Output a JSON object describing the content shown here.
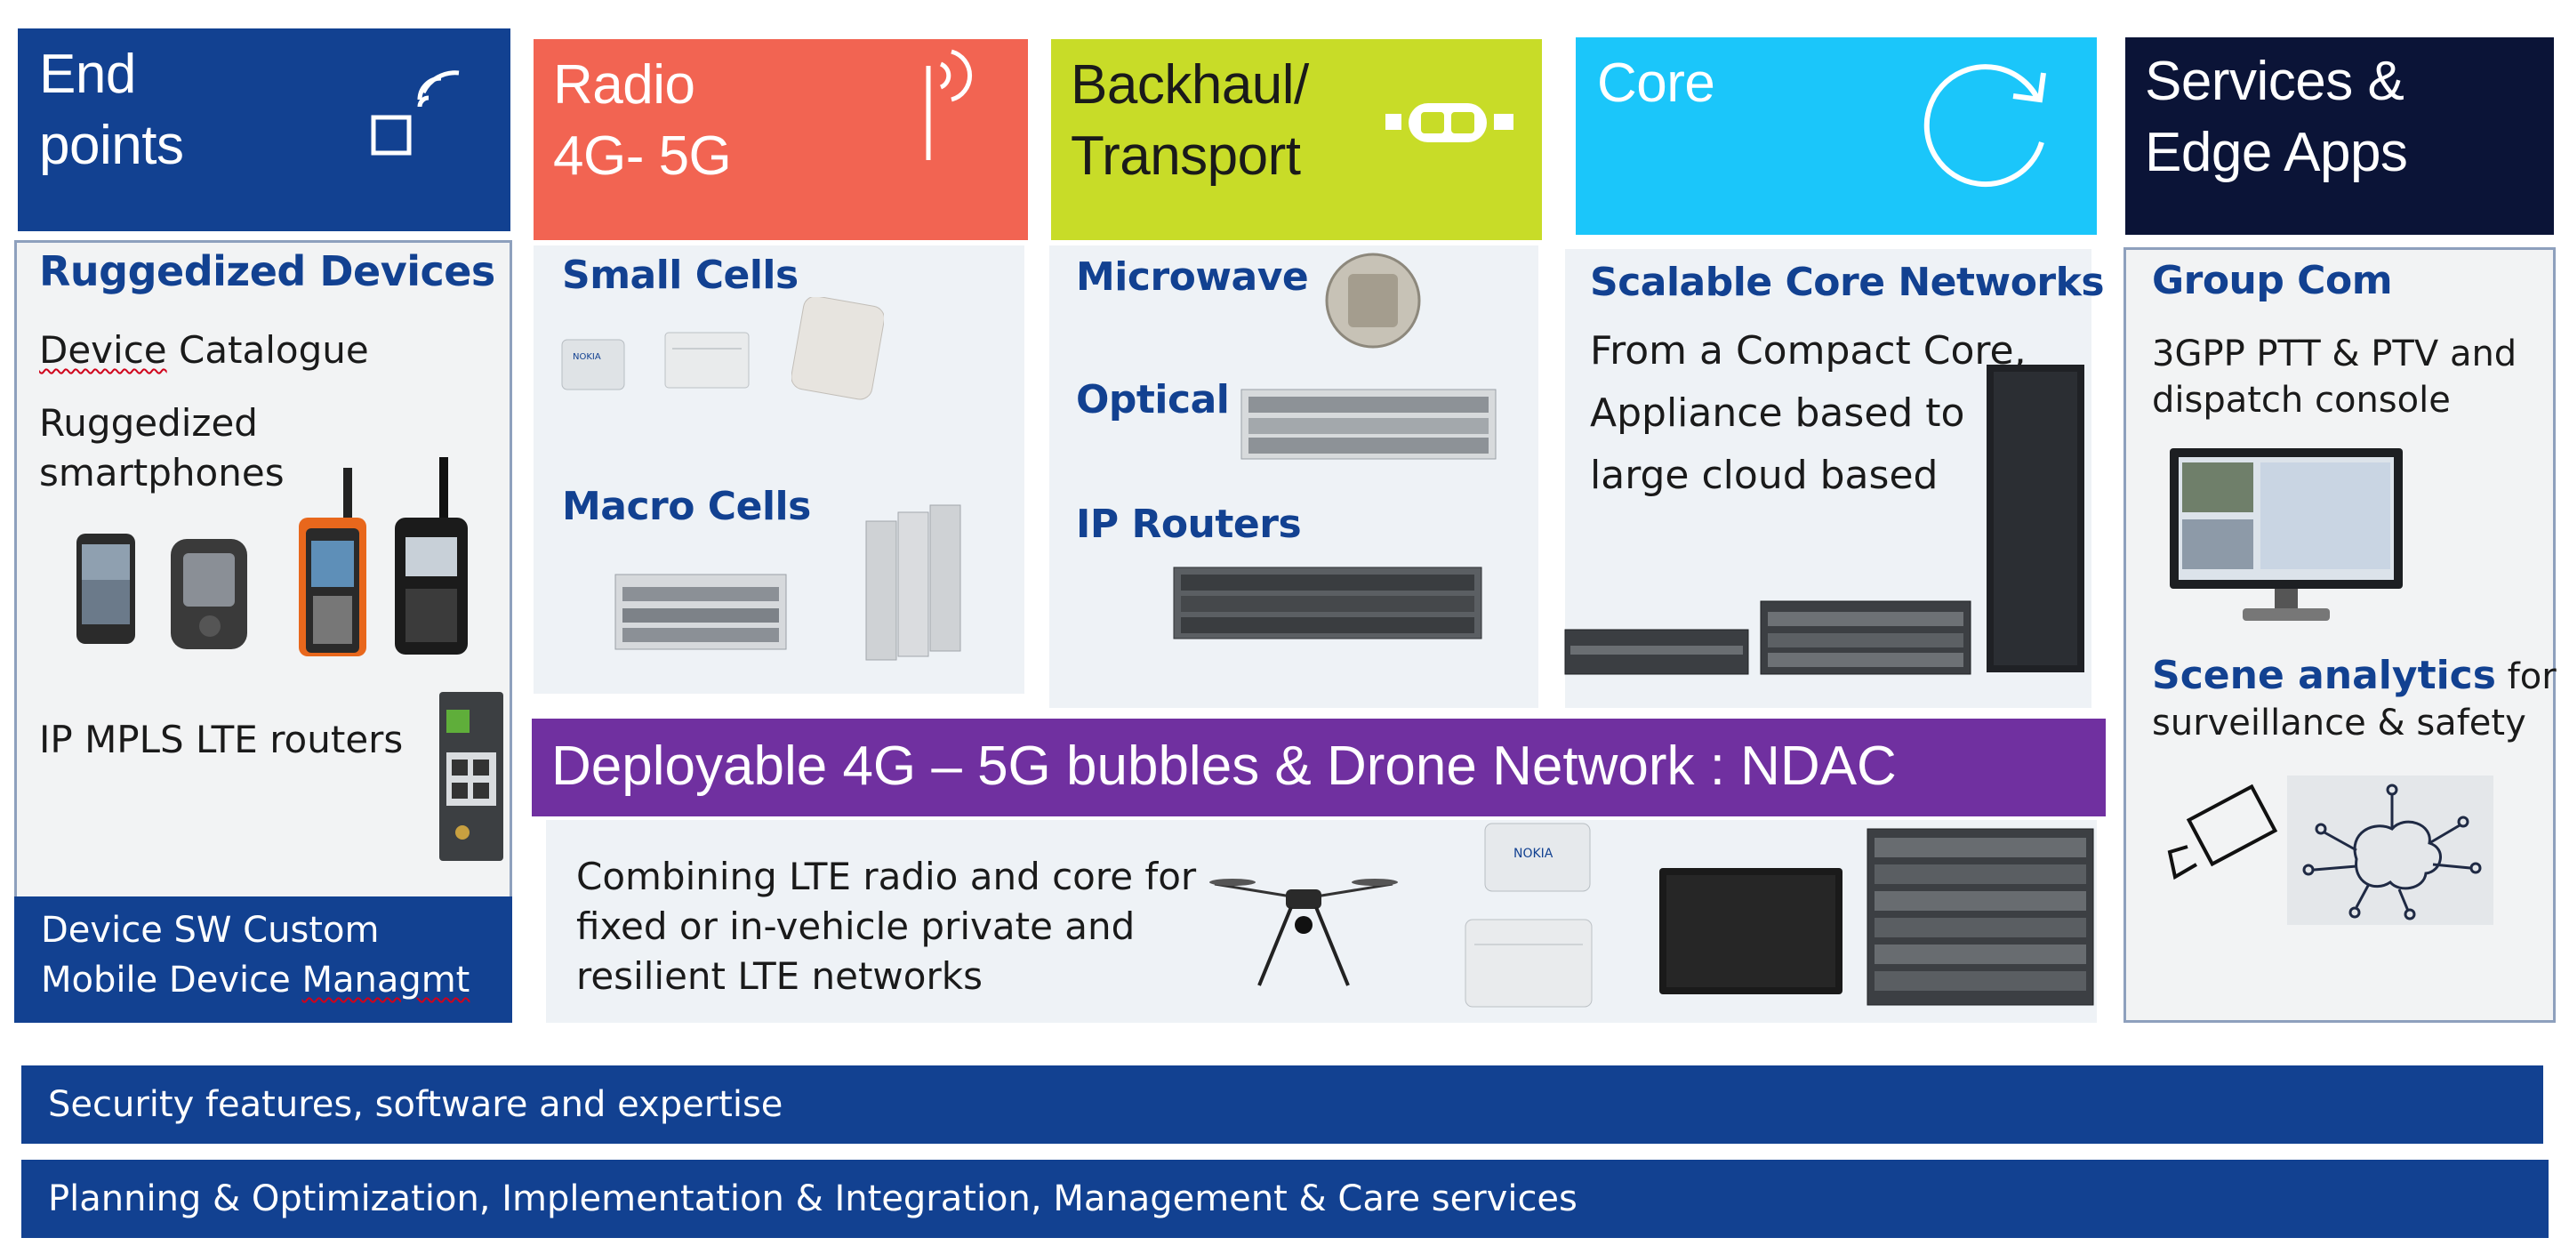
{
  "colors": {
    "navy": "#124191",
    "radio": "#f26452",
    "backhaul": "#c8dc28",
    "core": "#1bc6fa",
    "services": "#0b1437",
    "ndac": "#7030a0",
    "panel": "#eef2f6"
  },
  "columns": {
    "endpoints": {
      "header": {
        "line1": "End",
        "line2": "points",
        "icon": "iot-device-icon"
      },
      "title": "Ruggedized Devices",
      "catalogue_word": "Device",
      "catalogue_rest": " Catalogue",
      "smartphones_line1": "Ruggedized",
      "smartphones_line2": "smartphones",
      "routers": "IP MPLS LTE routers",
      "footer_line1": "Device SW Custom",
      "footer_line2_main": "Mobile Device ",
      "footer_line2_word": "Managmt"
    },
    "radio": {
      "header": {
        "line1": "Radio",
        "line2": "4G- 5G",
        "icon": "antenna-icon"
      },
      "small_cells": "Small Cells",
      "macro_cells": "Macro Cells"
    },
    "backhaul": {
      "header": {
        "line1": "Backhaul/",
        "line2": "Transport",
        "icon": "transport-nodes-icon"
      },
      "microwave": "Microwave",
      "optical": "Optical",
      "ip_routers": "IP Routers"
    },
    "core": {
      "header": {
        "line1": "Core",
        "icon": "refresh-cycle-icon"
      },
      "title": "Scalable Core Networks",
      "line1": "From a Compact Core,",
      "line2": "Appliance based to",
      "line3": "large cloud based"
    },
    "services": {
      "header": {
        "line1": "Services &",
        "line2": "Edge Apps"
      },
      "group_com": "Group Com",
      "group_line1": "3GPP PTT & PTV and",
      "group_line2": "dispatch console",
      "scene_bold": "Scene analytics",
      "scene_rest": " for",
      "scene_line2": "surveillance & safety",
      "icons": [
        "camera-icon",
        "brain-network-icon"
      ]
    }
  },
  "ndac": {
    "banner": "Deployable 4G – 5G  bubbles & Drone Network : NDAC",
    "line1": "Combining LTE radio and core for",
    "line2": "fixed or in-vehicle private and",
    "line3": "resilient LTE networks"
  },
  "device_badge": "NOKIA",
  "bars": {
    "security": "Security features, software and expertise",
    "services": "Planning & Optimization, Implementation & Integration, Management & Care services"
  }
}
